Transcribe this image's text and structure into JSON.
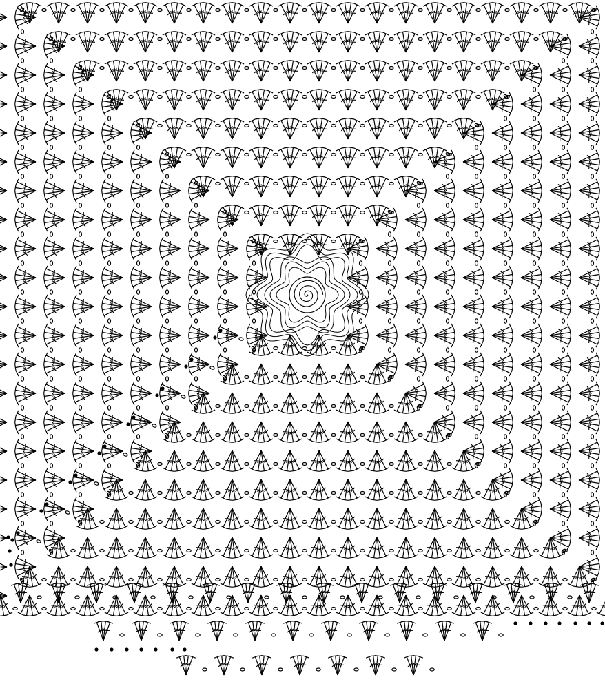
{
  "diagram": {
    "type": "crochet-stitch-chart",
    "stroke_color": "#000000",
    "background": "#ffffff",
    "center_motif": "spiral-flower-icon",
    "stitch_legend": [
      {
        "name": "chain",
        "icon": "oval-icon"
      },
      {
        "name": "double-crochet",
        "icon": "t-cross-icon"
      },
      {
        "name": "slip-stitch",
        "icon": "filled-dot-icon"
      }
    ],
    "shell_stitches_per_group": 4,
    "rounds_around_center": 10,
    "extra_bottom_rows": 3
  }
}
